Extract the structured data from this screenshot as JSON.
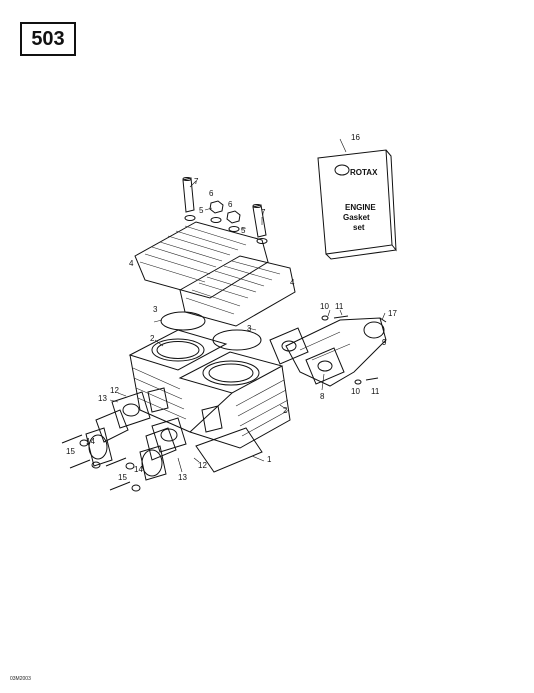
{
  "section_number": "503",
  "figure_code": "03M2003",
  "gasket_kit": {
    "brand": "ROTAX",
    "line1": "ENGINE",
    "line2": "Gasket",
    "line3": "set"
  },
  "callouts": {
    "c1": "1",
    "c2a": "2",
    "c2b": "2",
    "c3a": "3",
    "c3b": "3",
    "c4a": "4",
    "c4b": "4",
    "c5a": "5",
    "c5b": "5",
    "c6a": "6",
    "c6b": "6",
    "c7a": "7",
    "c7b": "7",
    "c8": "8",
    "c9": "9",
    "c10a": "10",
    "c10b": "10",
    "c11a": "11",
    "c11b": "11",
    "c12a": "12",
    "c12b": "12",
    "c13a": "13",
    "c13b": "13",
    "c14a": "14",
    "c14b": "14",
    "c15a": "15",
    "c15b": "15",
    "c16": "16",
    "c17": "17"
  },
  "colors": {
    "line": "#111111",
    "background": "#ffffff"
  }
}
